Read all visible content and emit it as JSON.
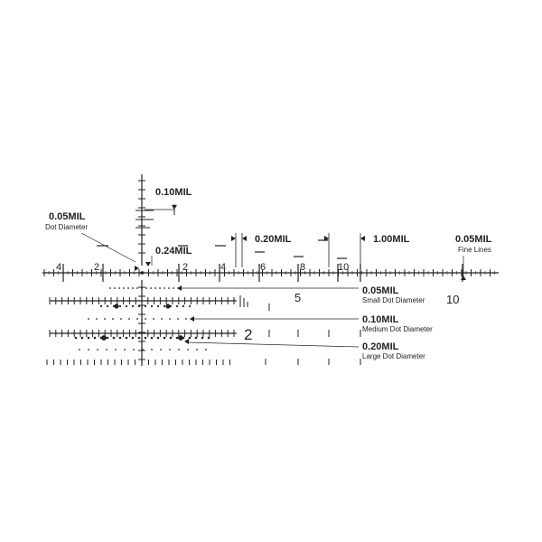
{
  "colors": {
    "ink": "#222222",
    "background": "#ffffff"
  },
  "annotations": {
    "vertical_spacing": "0.10MIL",
    "dot_diameter_value": "0.05MIL",
    "dot_diameter_label": "Dot Diameter",
    "center_gap": "0.24MIL",
    "hash_spacing": "0.20MIL",
    "main_spacing": "1.00MIL",
    "fine_lines_value": "0.05MIL",
    "fine_lines_label": "Fine Lines",
    "small_dot_value": "0.05MIL",
    "small_dot_label": "Small Dot Diameter",
    "medium_dot_value": "0.10MIL",
    "medium_dot_label": "Medium Dot Diameter",
    "large_dot_value": "0.20MIL",
    "large_dot_label": "Large Dot Diameter"
  },
  "scale": {
    "left_numbers": [
      "4",
      "2"
    ],
    "right_numbers": [
      "2",
      "4",
      "6",
      "8",
      "10"
    ],
    "row_number_1": "5",
    "row_number_2": "10",
    "row_number_3": "2"
  }
}
